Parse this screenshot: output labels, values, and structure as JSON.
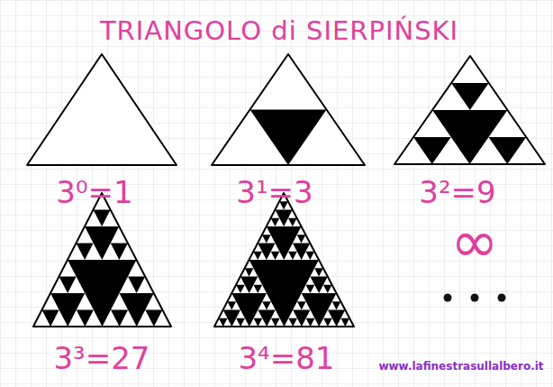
{
  "diagram": {
    "title": "TRIANGOLO di SIERPIŃSKI",
    "labels": [
      "3⁰=1",
      "3¹=3",
      "3²=9",
      "∞",
      "3³=27",
      "3⁴=81",
      "www.lafinestrasullalbero.it"
    ]
  }
}
